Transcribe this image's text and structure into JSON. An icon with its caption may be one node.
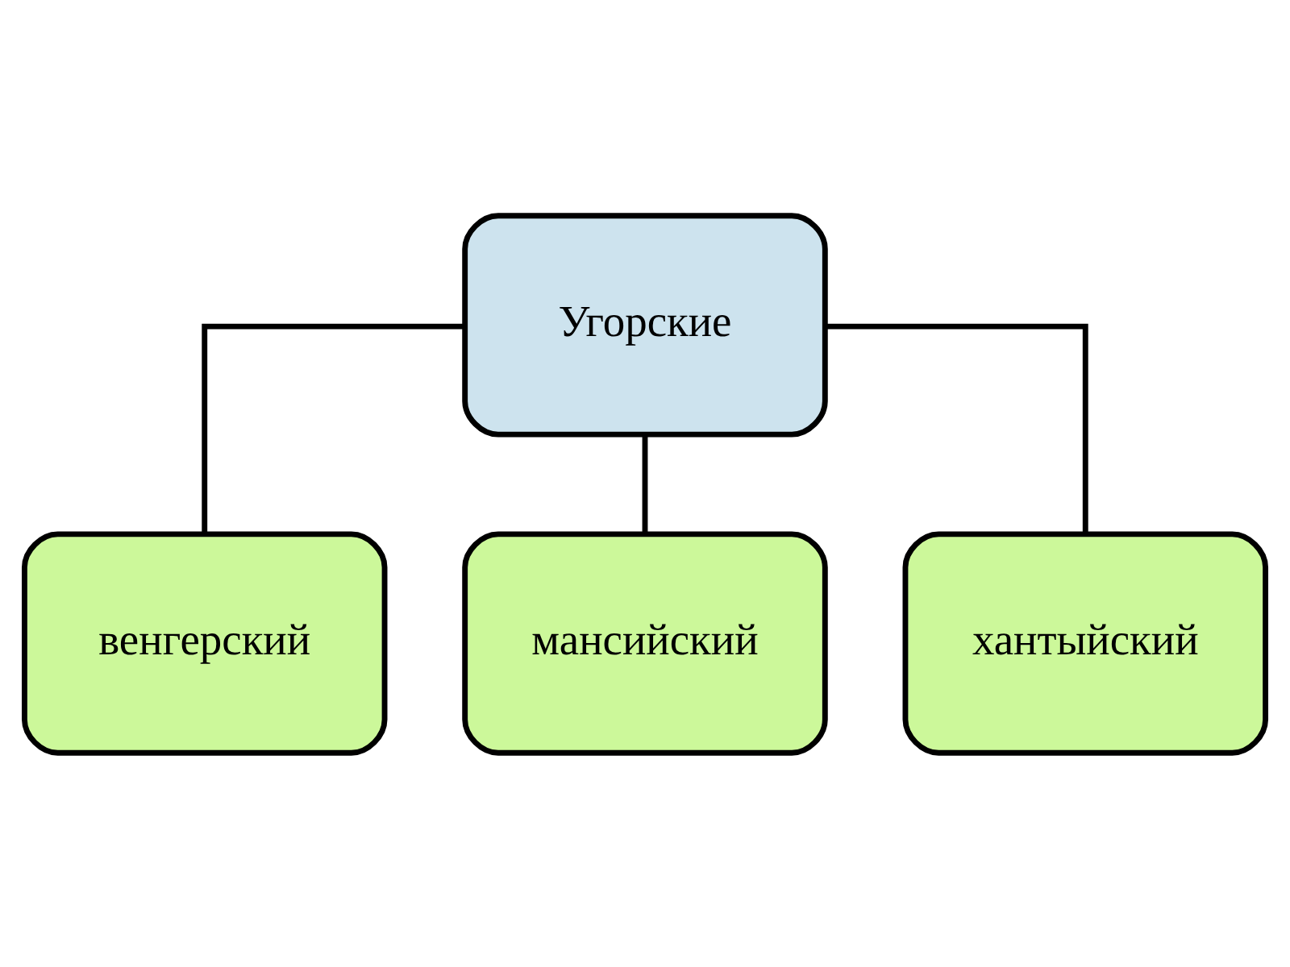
{
  "diagram": {
    "nodes": [
      {
        "text": [
          "Угорские"
        ]
      },
      {
        "text": [
          "венгерский"
        ]
      },
      {
        "text": [
          "мансийский"
        ]
      },
      {
        "text": [
          "хантыйский"
        ]
      }
    ],
    "edges": [
      {
        "from": 0,
        "to": 1,
        "arrow": "none"
      },
      {
        "from": 0,
        "to": 2,
        "arrow": "none"
      },
      {
        "from": 0,
        "to": 3,
        "arrow": "none"
      }
    ]
  }
}
